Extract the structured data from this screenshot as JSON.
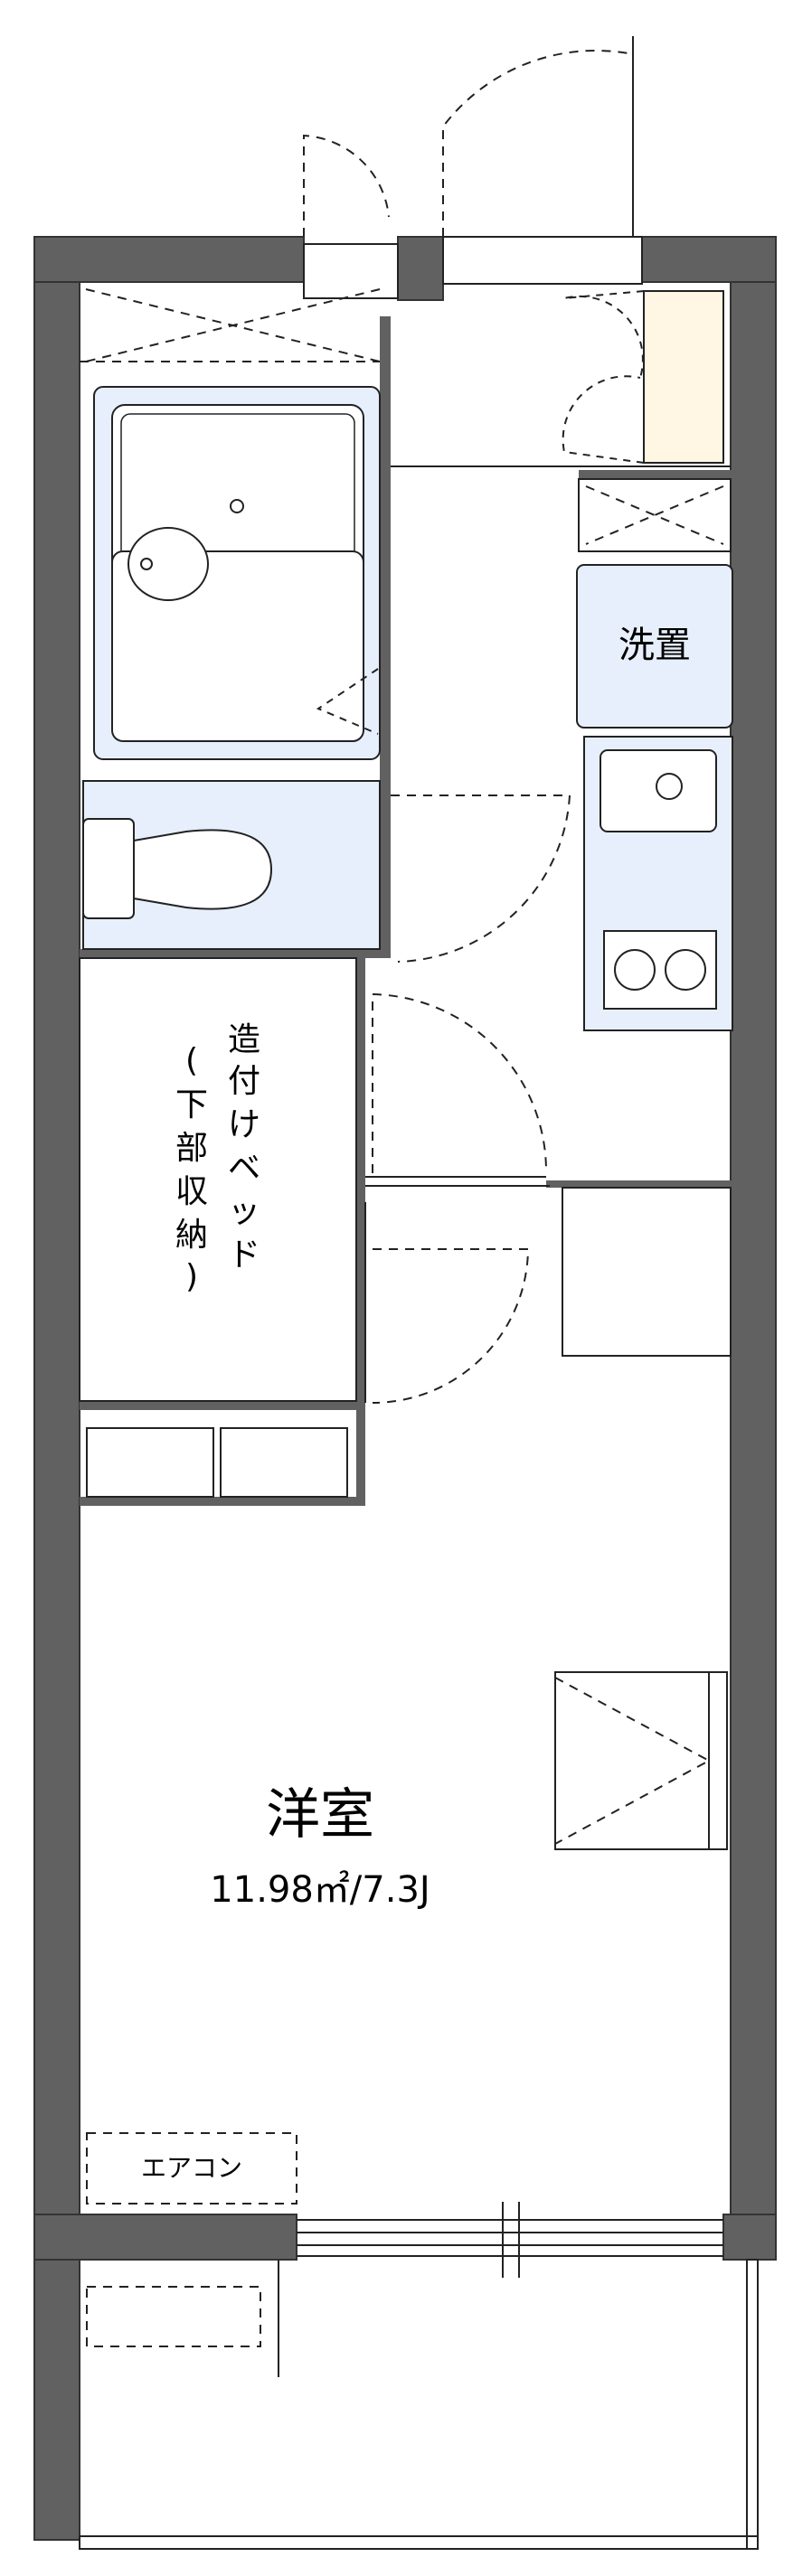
{
  "rooms": {
    "wash": {
      "label": "洗置"
    },
    "bed_storage": {
      "col_right": [
        "造",
        "付",
        "け",
        "ベ",
        "ッ",
        "ド"
      ],
      "col_left": [
        "(",
        "下",
        "部",
        "収",
        "納",
        ")"
      ]
    },
    "main": {
      "name": "洋室",
      "size": "11.98㎡/7.3J"
    },
    "aircon": {
      "label": "エアコン"
    }
  },
  "colors": {
    "wall": "#616161",
    "wet_fill": "#E7EFFC",
    "shoe_fill": "#FFF6E4",
    "line": "#222222",
    "background": "#FFFFFF"
  }
}
